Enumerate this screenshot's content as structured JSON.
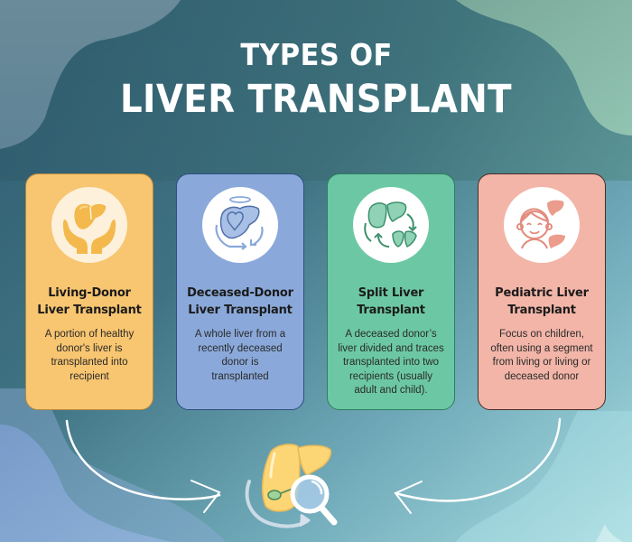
{
  "title": {
    "line1": "TYPES OF",
    "line2": "LIVER TRANSPLANT"
  },
  "cards": [
    {
      "title_line1": "Living-Donor",
      "title_line2": "Liver Transplant",
      "desc_lines": [
        "A portion of healthy",
        "donor's liver is",
        "transplanted into",
        "recipient"
      ],
      "icon": "hands-holding-liver-icon",
      "color": "#f8c570"
    },
    {
      "title_line1": "Deceased-Donor",
      "title_line2": "Liver Transplant",
      "desc_lines": [
        "A whole liver from a",
        "recently deceased",
        "donor is",
        "transplanted"
      ],
      "icon": "liver-halo-cycle-icon",
      "color": "#8aa9da"
    },
    {
      "title_line1": "Split Liver",
      "title_line2": "Transplant",
      "desc_lines": [
        "A deceased donor’s",
        "liver divided and traces",
        "transplanted into two",
        "recipients (usually",
        "adult and child)."
      ],
      "icon": "split-liver-icon",
      "color": "#6cc8a4"
    },
    {
      "title_line1": "Pediatric Liver",
      "title_line2": "Transplant",
      "desc_lines": [
        "Focus on children,",
        "often using a segment",
        "from living or living or",
        "deceased donor"
      ],
      "icon": "child-liver-icon",
      "color": "#f2b5a8"
    }
  ],
  "bottom": {
    "icon": "liver-magnifier-icon"
  }
}
